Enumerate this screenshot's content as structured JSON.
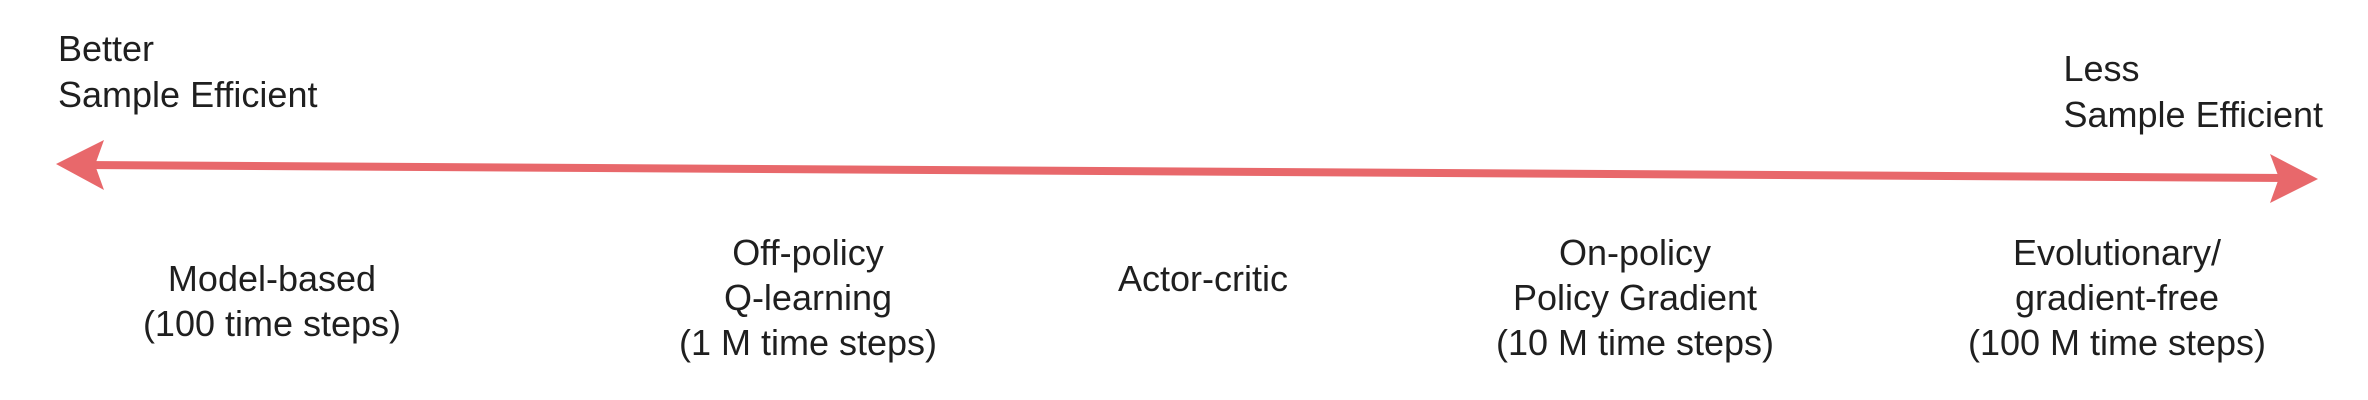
{
  "colors": {
    "arrow": "#e8686b",
    "text": "#1f1f1f",
    "background": "#ffffff"
  },
  "left_label": [
    "Better",
    "Sample Efficient"
  ],
  "right_label": [
    "Less",
    "Sample Efficient"
  ],
  "categories": [
    {
      "lines": [
        "Model-based",
        "(100 time steps)"
      ]
    },
    {
      "lines": [
        "Off-policy",
        "Q-learning",
        "(1 M time steps)"
      ]
    },
    {
      "lines": [
        "Actor-critic"
      ]
    },
    {
      "lines": [
        "On-policy",
        "Policy Gradient",
        "(10 M time steps)"
      ]
    },
    {
      "lines": [
        "Evolutionary/",
        "gradient-free",
        "(100 M time steps)"
      ]
    }
  ]
}
